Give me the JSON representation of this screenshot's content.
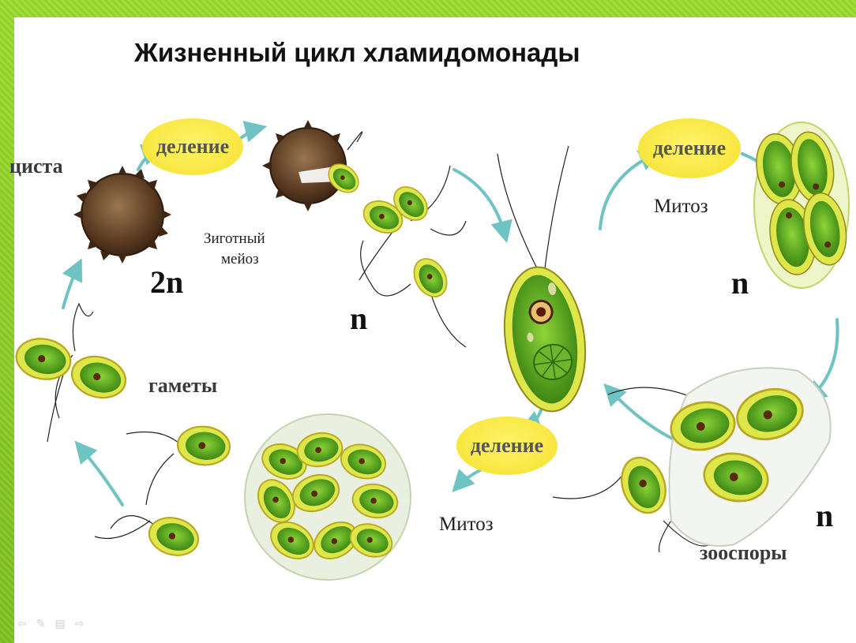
{
  "slide": {
    "title": "Жизненный цикл хламидомонады"
  },
  "labels": {
    "cyst": "циста",
    "zygotic_meiosis_line1": "Зиготный",
    "zygotic_meiosis_line2": "мейоз",
    "gametes": "гаметы",
    "zoospores": "зооспоры",
    "mitosis_top": "Митоз",
    "mitosis_bottom": "Митоз"
  },
  "division_labels": {
    "top_left": "деление",
    "top_right": "деление",
    "bottom": "деление"
  },
  "ploidy": {
    "cyst": "2n",
    "after_meiosis": "n",
    "right_colony": "n",
    "zoospores": "n"
  },
  "colors": {
    "background_green": "#8fd12a",
    "division_yellow": "#f8e640",
    "arrow_teal": "#6fc3c3",
    "cell_green": "#5aa51e",
    "cell_rim": "#d8e43a",
    "cyst_brown": "#6b4a2e"
  },
  "toolbar": {
    "icons": [
      "back-arrow-icon",
      "pen-icon",
      "menu-icon",
      "forward-arrow-icon"
    ]
  }
}
